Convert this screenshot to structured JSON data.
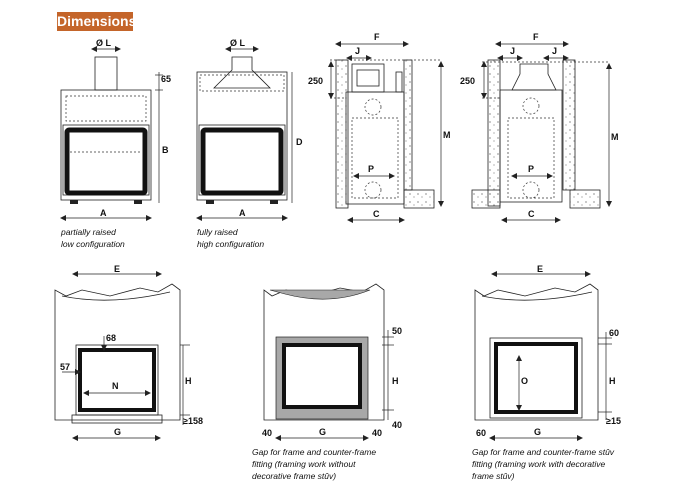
{
  "section_title": "Dimensions",
  "labels": {
    "phi_L": "Ø L",
    "65": "65",
    "B": "B",
    "A": "A",
    "D": "D",
    "F": "F",
    "J": "J",
    "250": "250",
    "M": "M",
    "P": "P",
    "C": "C",
    "E": "E",
    "68": "68",
    "57": "57",
    "N": "N",
    "H": "H",
    "ge158": "≥158",
    "ge15": "≥15",
    "G": "G",
    "50": "50",
    "40": "40",
    "60": "60",
    "O": "O"
  },
  "captions": {
    "c1_line1": "partially raised",
    "c1_line2": "low configuration",
    "c2_line1": "fully raised",
    "c2_line2": "high configuration",
    "c3_line1": "Gap for frame and counter-frame",
    "c3_line2": "fitting (framing work without",
    "c3_line3": "decorative frame stûv)",
    "c4_line1": "Gap for frame and counter-frame stûv",
    "c4_line2": "fitting (framing work with decorative",
    "c4_line3": "frame stûv)"
  },
  "colors": {
    "tag_bg": "#c4652a",
    "grey_frame": "#a8a8a8"
  }
}
